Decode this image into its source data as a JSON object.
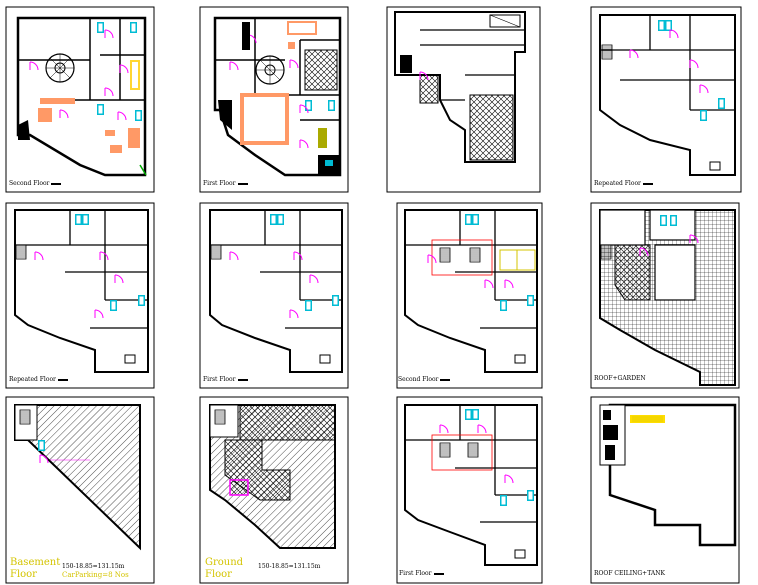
{
  "panels": [
    {
      "label": "Second Floor"
    },
    {
      "label": "First Floor"
    },
    {
      "label": ""
    },
    {
      "label": "Repeated Floor"
    },
    {
      "label": "Repeated Floor"
    },
    {
      "label": "First Floor"
    },
    {
      "label": "Second Floor"
    },
    {
      "label": "ROOF+GARDEN"
    },
    {
      "label": "Basement Floor",
      "area": "150-18.85=131.15m",
      "extra": "CarParking=8 Nos"
    },
    {
      "label": "Ground Floor",
      "area": "150-18.85=131.15m"
    },
    {
      "label": "First Floor"
    },
    {
      "label": "ROOF CEILING+TANK"
    }
  ],
  "colors": {
    "wall": "#000000",
    "door": "#ff00ff",
    "sanitary": "#00bcd4",
    "furniture": "#ff9966",
    "accent": "#d4c400",
    "hatch": "#000000"
  }
}
